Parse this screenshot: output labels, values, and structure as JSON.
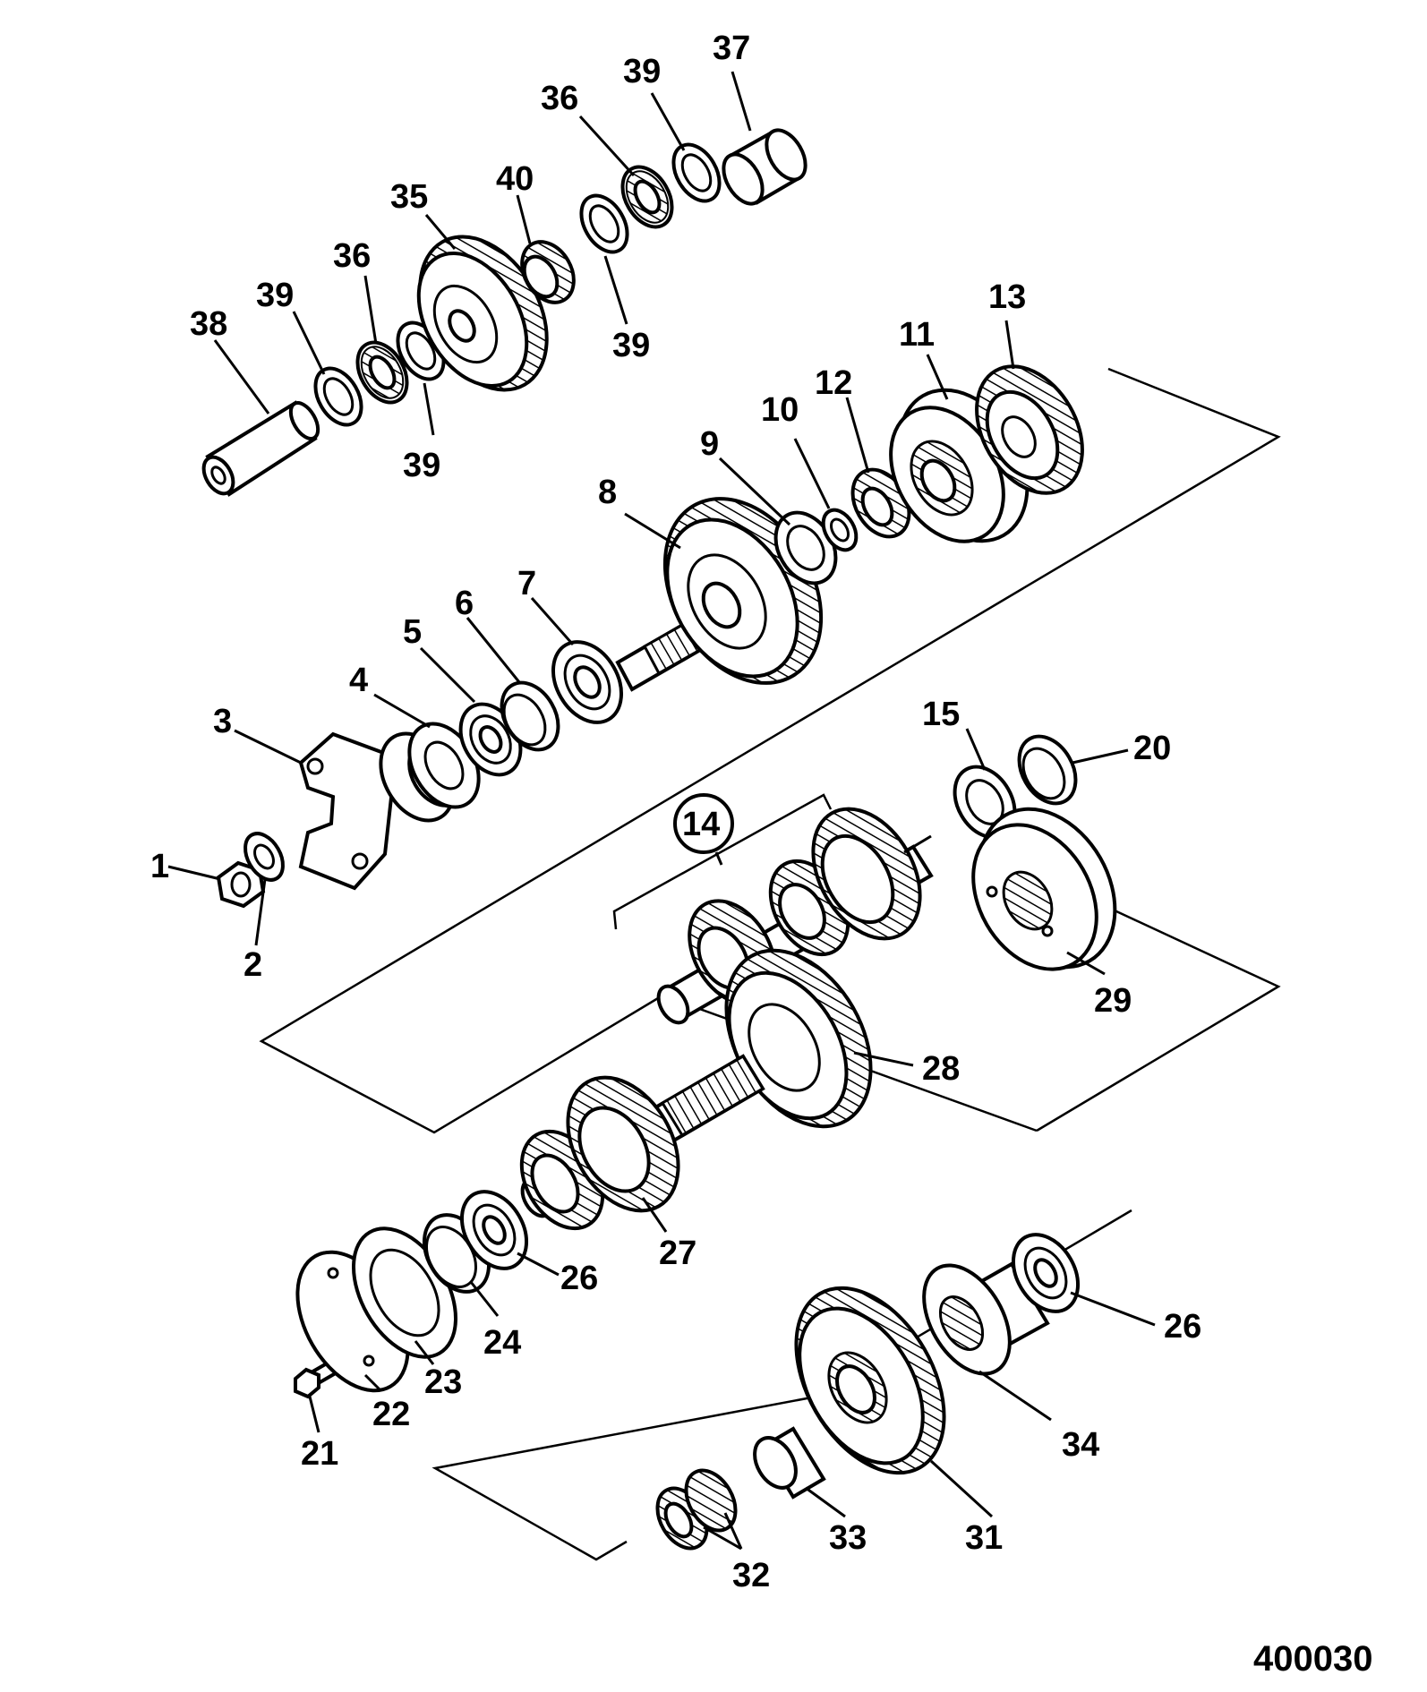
{
  "figure_number": "400030",
  "labels": {
    "p1": "1",
    "p2": "2",
    "p3": "3",
    "p4": "4",
    "p5": "5",
    "p6": "6",
    "p7": "7",
    "p8": "8",
    "p9": "9",
    "p10": "10",
    "p11": "11",
    "p12": "12",
    "p13": "13",
    "p14": "14",
    "p15": "15",
    "p20": "20",
    "p21": "21",
    "p22": "22",
    "p23": "23",
    "p24": "24",
    "p26a": "26",
    "p26b": "26",
    "p27": "27",
    "p28": "28",
    "p29": "29",
    "p31": "31",
    "p32": "32",
    "p33": "33",
    "p34": "34",
    "p35": "35",
    "p36a": "36",
    "p36b": "36",
    "p37": "37",
    "p38": "38",
    "p39a": "39",
    "p39b": "39",
    "p39c": "39",
    "p39d": "39",
    "p40": "40"
  }
}
